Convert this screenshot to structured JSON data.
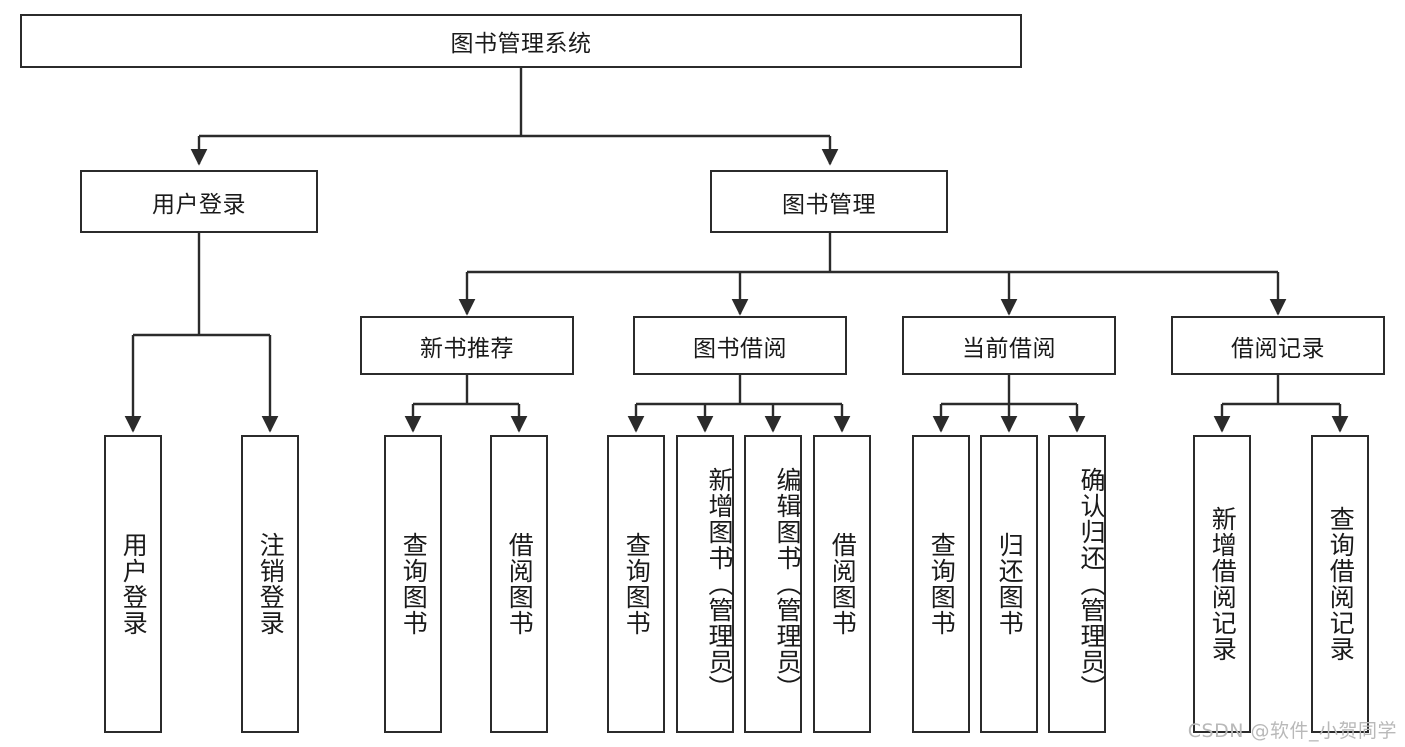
{
  "diagram": {
    "title": "图书管理系统",
    "type": "hierarchy-tree",
    "root": {
      "label": "图书管理系统"
    },
    "level2": [
      {
        "label": "用户登录"
      },
      {
        "label": "图书管理"
      }
    ],
    "level3": [
      {
        "label": "新书推荐"
      },
      {
        "label": "图书借阅"
      },
      {
        "label": "当前借阅"
      },
      {
        "label": "借阅记录"
      }
    ],
    "leaves": {
      "user_login": [
        {
          "label": "用户登录"
        },
        {
          "label": "注销登录"
        }
      ],
      "new_book_recommend": [
        {
          "label": "查询图书"
        },
        {
          "label": "借阅图书"
        }
      ],
      "book_borrow": [
        {
          "label": "查询图书"
        },
        {
          "label": "新增图书（管理员）"
        },
        {
          "label": "编辑图书（管理员）"
        },
        {
          "label": "借阅图书"
        }
      ],
      "current_borrow": [
        {
          "label": "查询图书"
        },
        {
          "label": "归还图书"
        },
        {
          "label": "确认归还（管理员）"
        }
      ],
      "borrow_records": [
        {
          "label": "新增借阅记录"
        },
        {
          "label": "查询借阅记录"
        }
      ]
    }
  },
  "watermark": {
    "text": "CSDN @软件_小贺同学"
  },
  "colors": {
    "stroke": "#2b2b2b",
    "fill": "#ffffff",
    "text": "#1a1a1a",
    "watermark": "#b9b9b9"
  }
}
